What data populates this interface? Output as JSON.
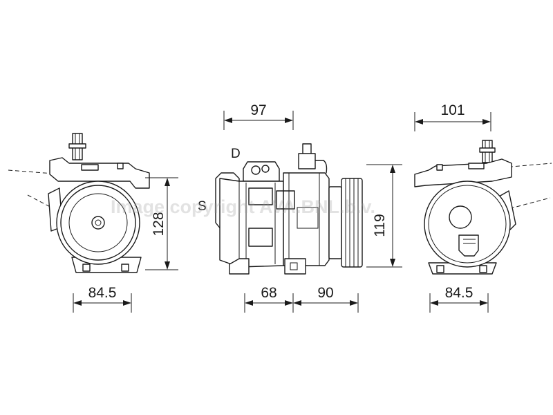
{
  "dimensions": {
    "left_width": "84.5",
    "left_height": "128",
    "middle_top": "97",
    "middle_bottom_left": "68",
    "middle_bottom_right": "90",
    "middle_height": "119",
    "right_top": "101",
    "right_width": "84.5"
  },
  "port_labels": {
    "discharge": "D",
    "suction": "S"
  },
  "watermark": "Image copyright AVA.BNL.b.v."
}
